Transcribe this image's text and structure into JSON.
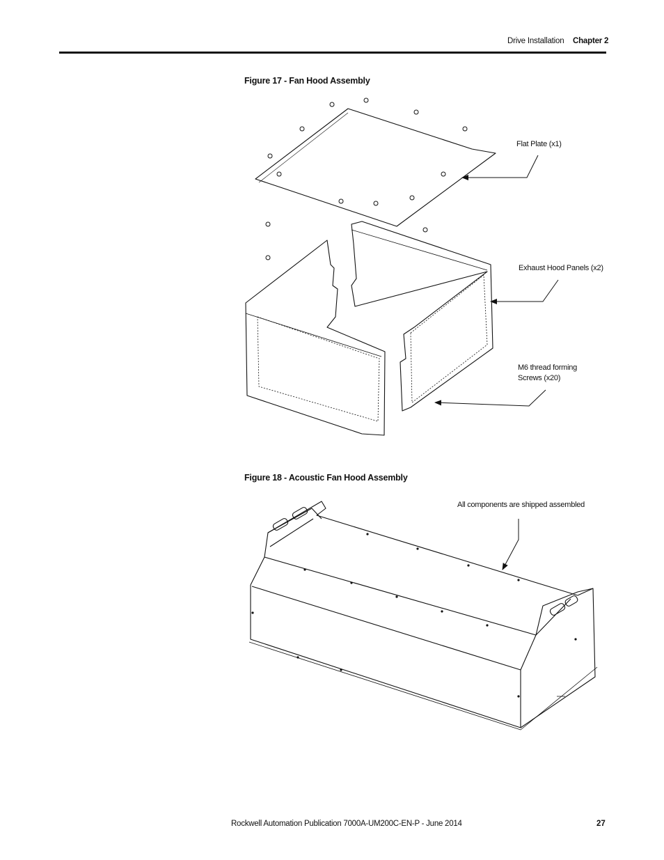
{
  "header": {
    "section": "Drive Installation",
    "chapter": "Chapter 2"
  },
  "figure17": {
    "title": "Figure 17 - Fan Hood Assembly",
    "callouts": {
      "flat_plate": "Flat Plate (x1)",
      "exhaust_panels": "Exhaust Hood Panels (x2)",
      "screws_line1": "M6 thread forming",
      "screws_line2": "Screws (x20)"
    }
  },
  "figure18": {
    "title": "Figure 18 - Acoustic Fan Hood Assembly",
    "callouts": {
      "assembled": "All components are shipped assembled"
    }
  },
  "footer": {
    "publication": "Rockwell Automation Publication 7000A-UM200C-EN-P - June 2014",
    "page_number": "27"
  }
}
